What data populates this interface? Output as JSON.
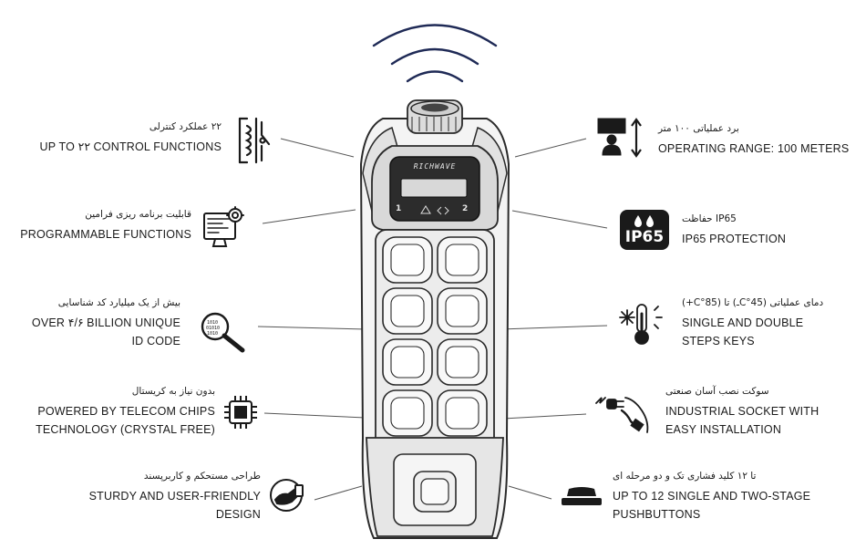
{
  "brand": "RICHWAVE",
  "display": {
    "left_label": "1",
    "right_label": "2"
  },
  "features": {
    "control_functions": {
      "fa": "۲۲ عملکرد کنترلی",
      "en": [
        "UP TO ۲۲ CONTROL FUNCTIONS"
      ],
      "icon": "relay-switch-icon"
    },
    "programmable": {
      "fa": "قابلیت برنامه ریزی فرامین",
      "en": [
        "PROGRAMMABLE FUNCTIONS"
      ],
      "icon": "monitor-code-icon"
    },
    "unique_id": {
      "fa": "بیش از یک میلیارد کد شناسایی",
      "en": [
        "OVER ۴/۶ BILLION UNIQUE",
        "ID CODE"
      ],
      "icon": "magnifier-binary-icon"
    },
    "telecom_chips": {
      "fa": "بدون نیاز به کریستال",
      "en": [
        "POWERED BY TELECOM CHIPS",
        "TECHNOLOGY (CRYSTAL FREE)"
      ],
      "icon": "chip-icon"
    },
    "sturdy_design": {
      "fa": "طراحی مستحکم و کاربرپسند",
      "en": [
        "STURDY AND USER-FRIENDLY",
        "DESIGN"
      ],
      "icon": "hand-remote-icon"
    },
    "operating_range": {
      "fa": "برد عملیاتی ۱۰۰ متر",
      "en": [
        "OPERATING RANGE: 100 METERS"
      ],
      "icon": "range-person-icon"
    },
    "ip65": {
      "fa": "IP65 حفاظت",
      "en": [
        "IP65 PROTECTION"
      ],
      "icon": "ip65-drops-icon",
      "badge": "IP65"
    },
    "temperature": {
      "fa": "دمای عملیاتی (C°45ـ) تا (C°85+)",
      "en": [
        "SINGLE AND DOUBLE",
        "STEPS KEYS"
      ],
      "icon": "thermometer-snow-sun-icon"
    },
    "socket": {
      "fa": "سوکت نصب آسان صنعتی",
      "en": [
        "INDUSTRIAL SOCKET WITH",
        "EASY INSTALLATION"
      ],
      "icon": "plug-socket-icon"
    },
    "pushbuttons": {
      "fa": "تا ۱۲ کلید فشاری تک و دو مرحله ای",
      "en": [
        "UP TO 12 SINGLE AND TWO-STAGE",
        "PUSHBUTTONS"
      ],
      "icon": "pushbutton-icon"
    }
  }
}
